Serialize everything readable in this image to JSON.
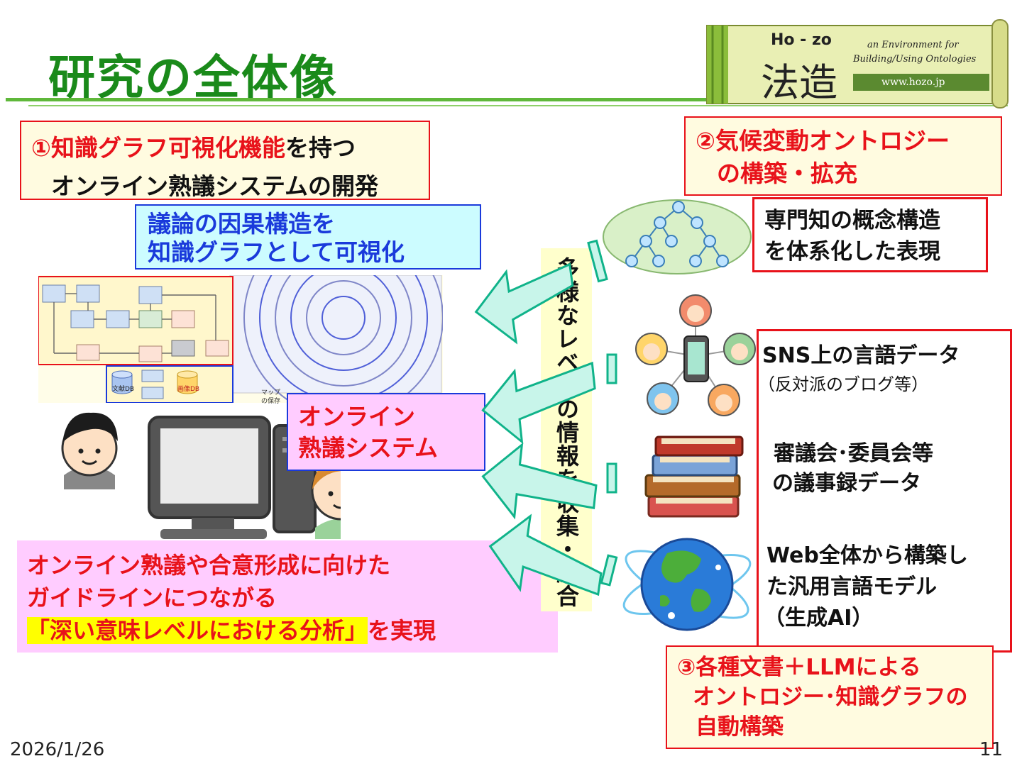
{
  "slide": {
    "title": "研究の全体像",
    "date": "2026/1/26",
    "page_number": "11"
  },
  "logo": {
    "line1": "Ho - zo",
    "kanji": "法造",
    "tagline1": "an Environment for",
    "tagline2": "Building/Using Ontologies",
    "url": "www.hozo.jp"
  },
  "goal1": {
    "part1_red": "①知識グラフ可視化機能",
    "part1_black": "を持つ",
    "line2": "オンライン熟議システムの開発"
  },
  "visualize": {
    "line1": "議論の因果構造を",
    "line2": "知識グラフとして可視化"
  },
  "screenshot_labels": {
    "db1": "文献DB",
    "db2": "画像DB",
    "map_save_1": "マップ",
    "map_save_2": "の保存"
  },
  "online_system": {
    "line1": "オンライン",
    "line2": "熟議システム"
  },
  "outcome": {
    "line1": "オンライン熟議や合意形成に向けた",
    "line2": "ガイドラインにつながる",
    "highlight": "「深い意味レベルにおける分析」",
    "line3_tail": "を実現"
  },
  "center_label": "多様なレベルの情報を収集・統合",
  "goal2": {
    "line1": "②気候変動オントロジー",
    "line2": "の構築・拡充"
  },
  "expert": {
    "line1": "専門知の概念構造",
    "line2": "を体系化した表現"
  },
  "sources": {
    "sns_title": "SNS上の言語データ",
    "sns_note": "（反対派のブログ等）",
    "minutes_1": "審議会･委員会等",
    "minutes_2": "の議事録データ",
    "web_1": "Web全体から構築し",
    "web_2": "た汎用言語モデル",
    "web_3": "（生成AI）"
  },
  "goal3": {
    "line1": "③各種文書＋LLMによる",
    "line2": "オントロジー･知識グラフの",
    "line3": "自動構築"
  },
  "colors": {
    "title_green": "#1a8a1a",
    "accent_red": "#e8121a",
    "text_blue": "#1a3adb",
    "arrow_fill": "#c8f5ea",
    "arrow_stroke": "#10b38a",
    "highlight_yellow": "#ffff00"
  }
}
